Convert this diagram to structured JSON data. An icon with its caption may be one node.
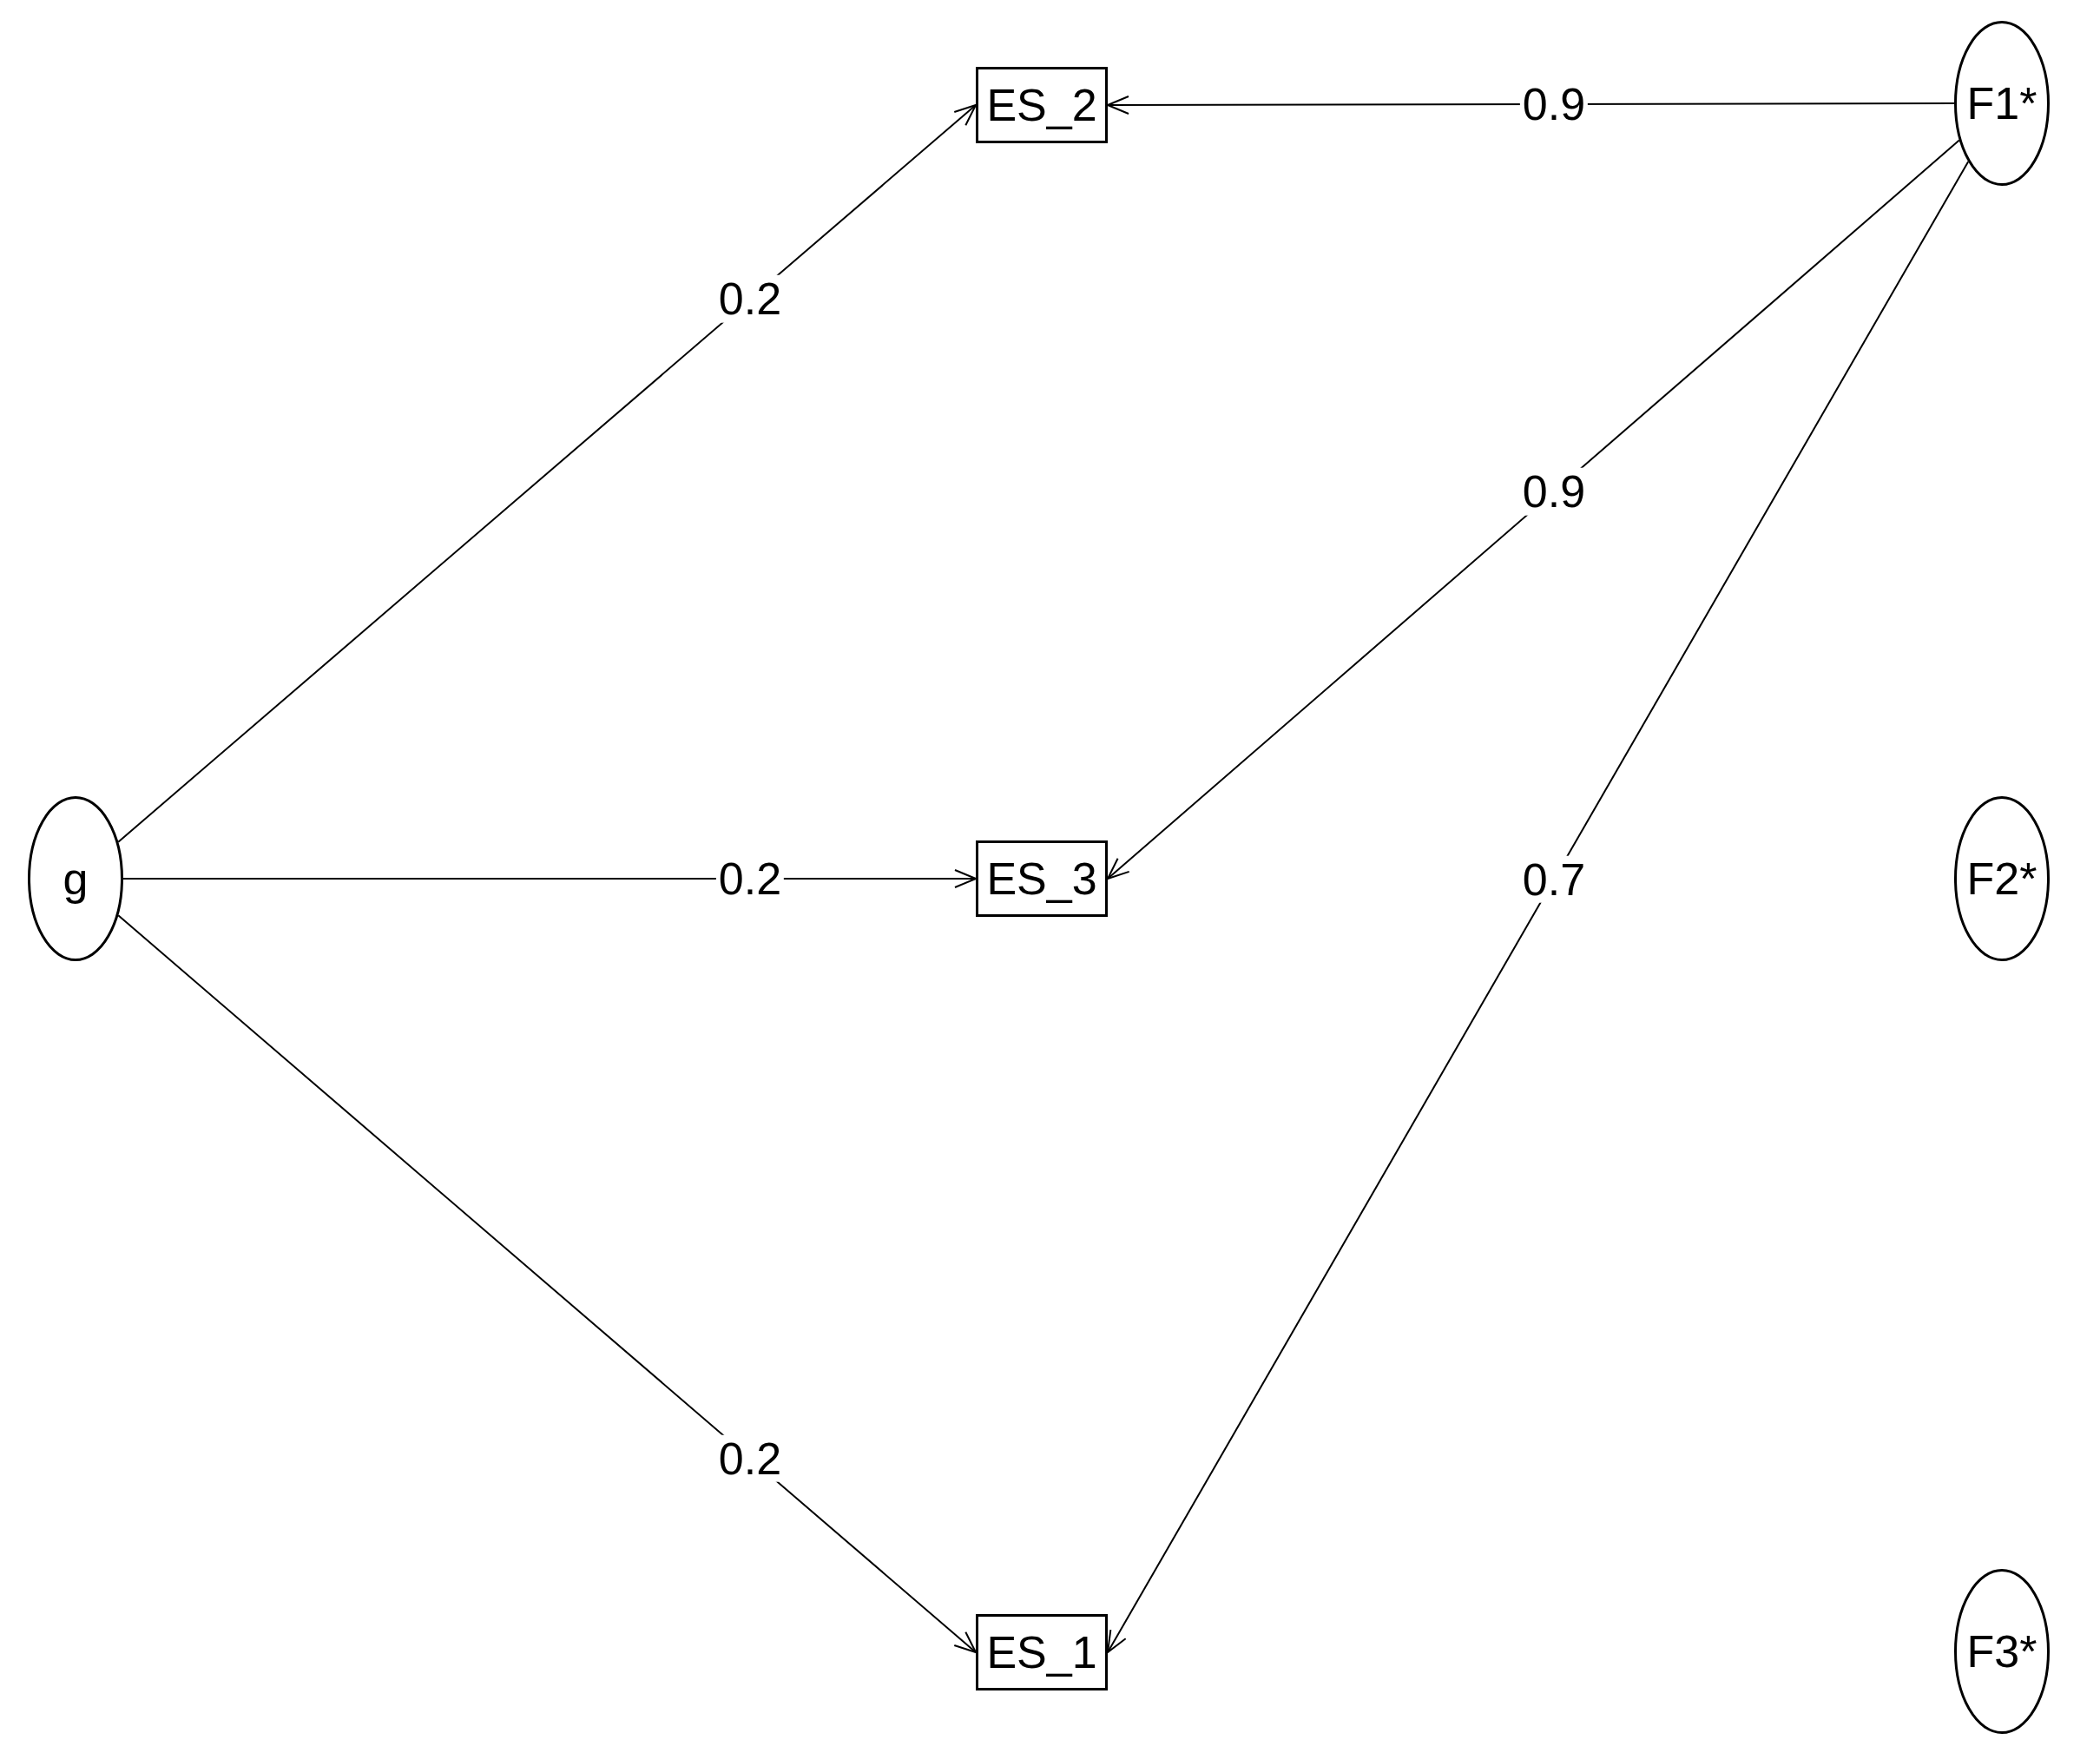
{
  "diagram": {
    "nodes": [
      {
        "text": [
          "ES_2"
        ]
      },
      {
        "text": [
          "F1*"
        ]
      },
      {
        "text": [
          "g"
        ]
      },
      {
        "text": [
          "ES_3"
        ]
      },
      {
        "text": [
          "F2*"
        ]
      },
      {
        "text": [
          "ES_1"
        ]
      },
      {
        "text": [
          "F3*"
        ]
      }
    ],
    "edges": [
      {
        "from": 2,
        "to": 0,
        "arrow": "to",
        "label": "0.2"
      },
      {
        "from": 2,
        "to": 3,
        "arrow": "to",
        "label": "0.2"
      },
      {
        "from": 2,
        "to": 5,
        "arrow": "to",
        "label": "0.2"
      },
      {
        "from": 1,
        "to": 0,
        "arrow": "to",
        "label": "0.9"
      },
      {
        "from": 1,
        "to": 3,
        "arrow": "to",
        "label": "0.9"
      },
      {
        "from": 1,
        "to": 5,
        "arrow": "to",
        "label": "0.7"
      }
    ]
  }
}
